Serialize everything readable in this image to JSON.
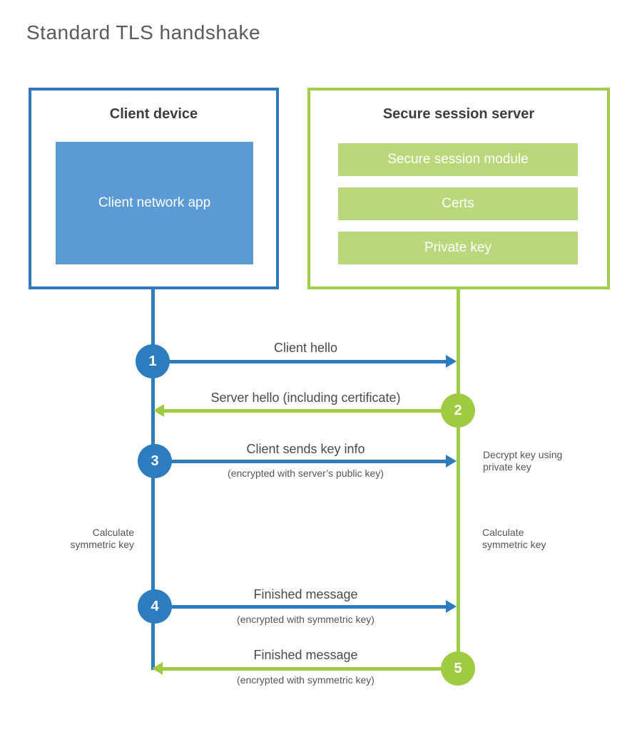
{
  "title": "Standard TLS handshake",
  "client": {
    "title": "Client device",
    "app_label": "Client network app"
  },
  "server": {
    "title": "Secure session server",
    "modules": [
      "Secure session module",
      "Certs",
      "Private key"
    ]
  },
  "steps": [
    {
      "num": "1",
      "label": "Client hello",
      "sub": "",
      "direction": "client-to-server"
    },
    {
      "num": "2",
      "label": "Server hello (including certificate)",
      "sub": "",
      "direction": "server-to-client"
    },
    {
      "num": "3",
      "label": "Client sends key info",
      "sub": "(encrypted with server’s public key)",
      "direction": "client-to-server"
    },
    {
      "num": "4",
      "label": "Finished message",
      "sub": "(encrypted with symmetric key)",
      "direction": "client-to-server"
    },
    {
      "num": "5",
      "label": "Finished message",
      "sub": "(encrypted with symmetric key)",
      "direction": "server-to-client"
    }
  ],
  "notes": {
    "decrypt_key": "Decrypt key using private key",
    "calculate_left": "Calculate symmetric key",
    "calculate_right": "Calculate symmetric key"
  },
  "colors": {
    "client_blue": "#2e7cc0",
    "client_fill_blue": "#5b9bd5",
    "server_green": "#9fcb42",
    "server_fill_green": "#b9d87b"
  }
}
